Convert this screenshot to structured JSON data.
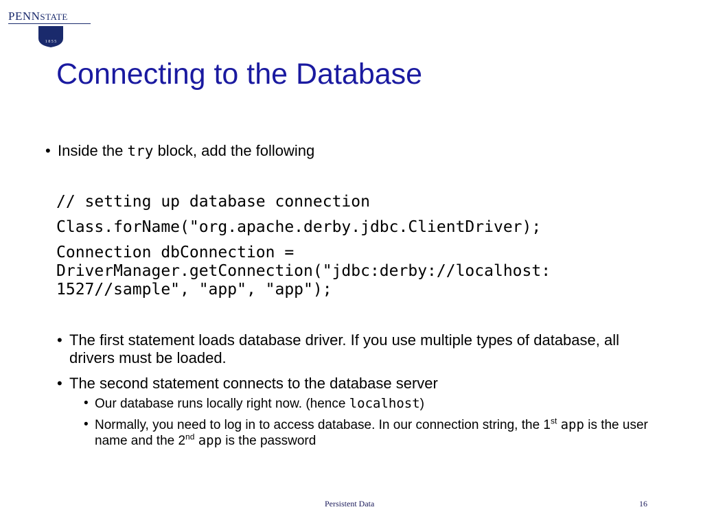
{
  "logo": {
    "text_main": "PENN",
    "text_second": "STATE",
    "year_digits": "1 8 5 5"
  },
  "slide": {
    "title": "Connecting to the Database",
    "bullet1": {
      "pre": "Inside the ",
      "code": "try",
      "post": " block, add the following"
    },
    "code_lines": [
      "// setting up database connection",
      "Class.forName(\"org.apache.derby.jdbc.ClientDriver);",
      "Connection dbConnection =\nDriverManager.getConnection(\"jdbc:derby://localhost:\n1527//sample\", \"app\", \"app\");"
    ],
    "bullet2": "The first statement loads database driver. If you use multiple types of database, all drivers must be loaded.",
    "bullet3": "The second statement connects to the database server",
    "sub1": {
      "pre": "Our database runs locally right now. (hence ",
      "code": "localhost",
      "post": ")"
    },
    "sub2": {
      "pre": "Normally, you need to log in to access database. In our connection string, the 1",
      "sup1": "st",
      "code1": "app",
      "mid": " is the user name and the 2",
      "sup2": "nd",
      "code2": "app",
      "post": " is the password"
    }
  },
  "footer": {
    "title": "Persistent Data",
    "page": "16"
  },
  "colors": {
    "title": "#1a1aa0",
    "logo": "#1a2a6c",
    "text": "#000000"
  }
}
